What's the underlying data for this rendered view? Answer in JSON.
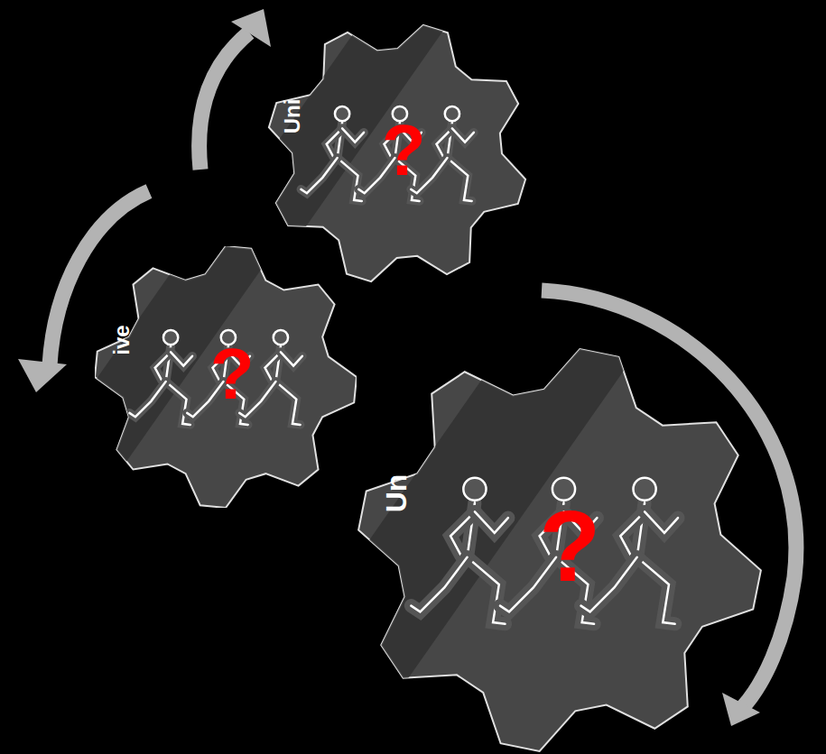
{
  "diagram": {
    "nodes": [
      {
        "text": [
          "Uni",
          "?"
        ]
      },
      {
        "text": [
          "ive",
          "?"
        ]
      },
      {
        "text": [
          "Un",
          "?"
        ]
      }
    ]
  }
}
